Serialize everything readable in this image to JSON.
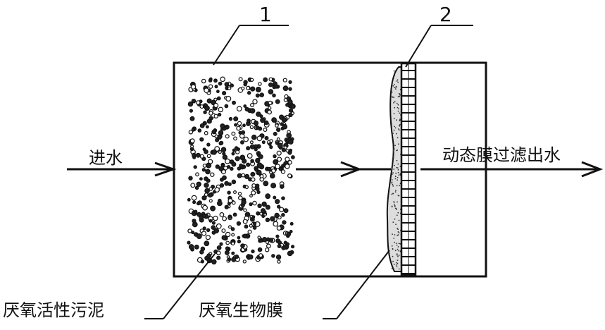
{
  "labels": {
    "callout_1": "1",
    "callout_2": "2",
    "inlet": "进水",
    "outlet": "动态膜过滤出水",
    "sludge": "厌氧活性污泥",
    "biofilm": "厌氧生物膜"
  },
  "colors": {
    "stroke": "#111111",
    "background": "#ffffff"
  }
}
